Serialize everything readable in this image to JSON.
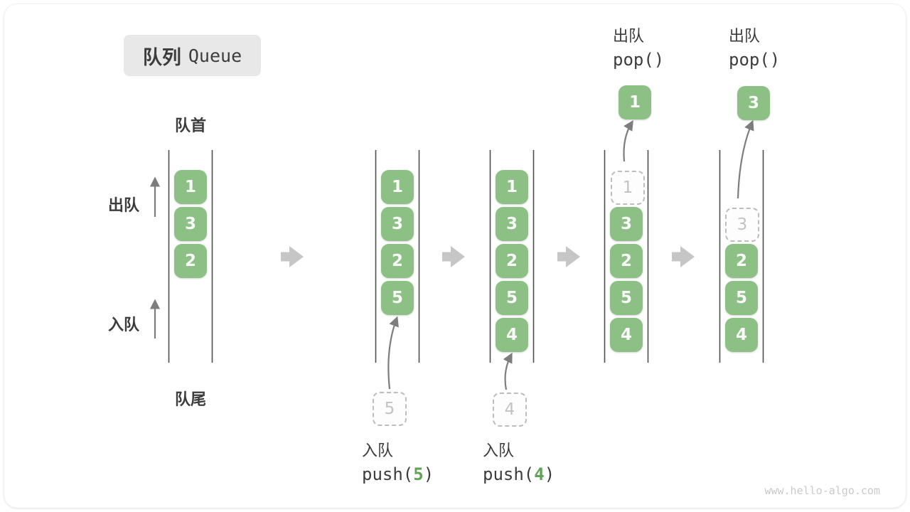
{
  "title": {
    "zh": "队列",
    "en": "Queue"
  },
  "pointers": {
    "front": "队首",
    "rear": "队尾"
  },
  "side_ops": {
    "dequeue": "出队",
    "enqueue": "入队"
  },
  "colors": {
    "box_green": "#8cc084",
    "box_text": "#fafafa",
    "ghost_border": "#bdbdbd",
    "ghost_text": "#c2c2c2",
    "block_arrow": "#c6c6c6",
    "thin_arrow": "#7d7d7d",
    "rail_line": "#4d4d4d",
    "text_dark": "#3c3c3c",
    "code_arg_green": "#61a355",
    "title_bg": "#e8e8e8"
  },
  "states": [
    {
      "slots": [
        "1",
        "3",
        "2"
      ]
    },
    {
      "slots": [
        "1",
        "3",
        "2",
        "5"
      ],
      "incoming": "5",
      "caption": {
        "action": "入队",
        "code_open": "push(",
        "arg": "5",
        "code_close": ")"
      }
    },
    {
      "slots": [
        "1",
        "3",
        "2",
        "5",
        "4"
      ],
      "incoming": "4",
      "caption": {
        "action": "入队",
        "code_open": "push(",
        "arg": "4",
        "code_close": ")"
      }
    },
    {
      "ghost": "1",
      "slots": [
        "3",
        "2",
        "5",
        "4"
      ],
      "popped": "1",
      "header": {
        "action": "出队",
        "code": "pop()"
      }
    },
    {
      "ghost": "3",
      "slots": [
        "2",
        "5",
        "4"
      ],
      "popped": "3",
      "header": {
        "action": "出队",
        "code": "pop()"
      }
    }
  ],
  "watermark": "www.hello-algo.com"
}
